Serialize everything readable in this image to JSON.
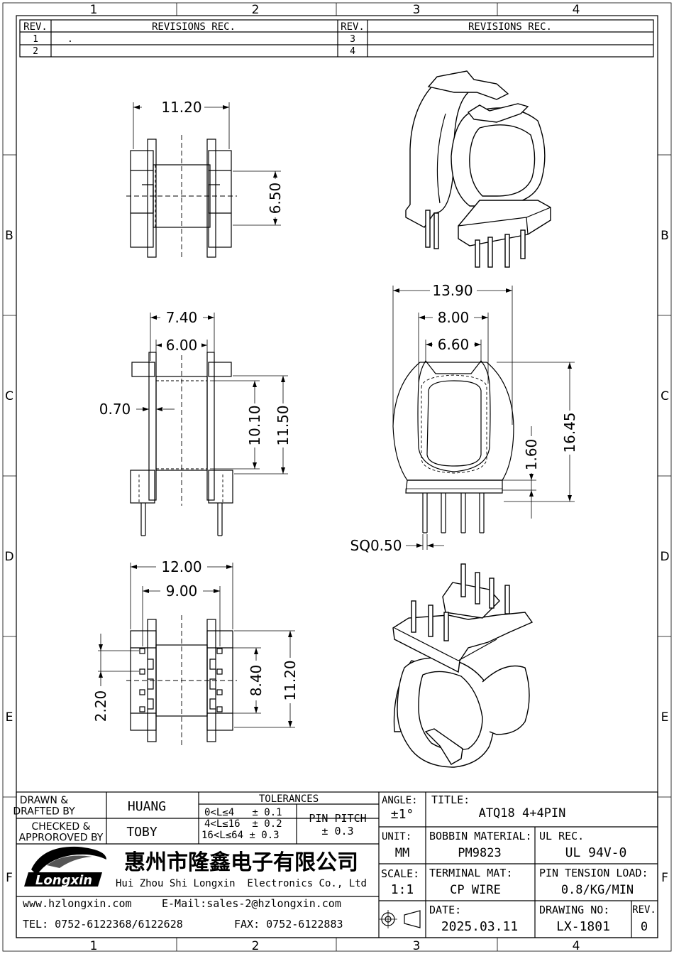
{
  "border": {
    "columns": [
      "1",
      "2",
      "3",
      "4"
    ],
    "rows": [
      "B",
      "C",
      "D",
      "E",
      "F"
    ]
  },
  "revisions": {
    "rev_header": "REV.",
    "rec_header": "REVISIONS REC.",
    "rows_left": [
      {
        "rev": "1",
        "rec": "."
      },
      {
        "rev": "2",
        "rec": ""
      }
    ],
    "rows_right": [
      {
        "rev": "3",
        "rec": ""
      },
      {
        "rev": "4",
        "rec": ""
      }
    ]
  },
  "dimensions": {
    "top_width": "11.20",
    "top_height": "6.50",
    "side_outer": "7.40",
    "side_inner": "6.00",
    "flange": "0.70",
    "side_inner_h": "10.10",
    "side_outer_h": "11.50",
    "front_width": "13.90",
    "front_mid": "8.00",
    "front_inner": "6.60",
    "front_base": "1.60",
    "front_height": "16.45",
    "pin_square": "SQ0.50",
    "bottom_width": "12.00",
    "bottom_pitch_span": "9.00",
    "bottom_pin_offset": "2.20",
    "bottom_inner_h": "8.40",
    "bottom_outer_h": "11.20"
  },
  "title_block": {
    "drawn_label": "DRAWN &\nDRAFTED BY",
    "drawn_value": "HUANG",
    "checked_label": "CHECKED &\nAPPROROVED BY",
    "checked_value": "TOBY",
    "tolerances_label": "TOLERANCES",
    "tol_rows": [
      "0<L≤4   ± 0.1",
      "4<L≤16  ± 0.2",
      "16<L≤64 ± 0.3"
    ],
    "pin_pitch_label": "PIN PITCH",
    "pin_pitch_value": "± 0.3",
    "angle_label": "ANGLE:",
    "angle_value": "±1°",
    "title_label": "TITLE:",
    "title_value": "ATQ18 4+4PIN",
    "unit_label": "UNIT:",
    "unit_value": "MM",
    "bobbin_label": "BOBBIN MATERIAL:",
    "bobbin_value": "PM9823",
    "ul_label": "UL REC.",
    "ul_value": "UL 94V-0",
    "scale_label": "SCALE:",
    "scale_value": "1:1",
    "terminal_label": "TERMINAL MAT:",
    "terminal_value": "CP WIRE",
    "pin_tension_label": "PIN TENSION LOAD:",
    "pin_tension_value": "0.8/KG/MIN",
    "date_label": "DATE:",
    "date_value": "2025.03.11",
    "drawing_no_label": "DRAWING NO:",
    "drawing_no_value": "LX-1801",
    "rev_label": "REV.",
    "rev_value": "0",
    "company_cn": "惠州市隆鑫电子有限公司",
    "company_en": "Hui Zhou Shi Longxin  Electronics Co., Ltd",
    "logo_text": "Longxin",
    "website": "www.hzlongxin.com",
    "email": "E-Mail:sales-2@hzlongxin.com",
    "tel": "TEL: 0752-6122368/6122628",
    "fax": "FAX: 0752-6122883"
  }
}
